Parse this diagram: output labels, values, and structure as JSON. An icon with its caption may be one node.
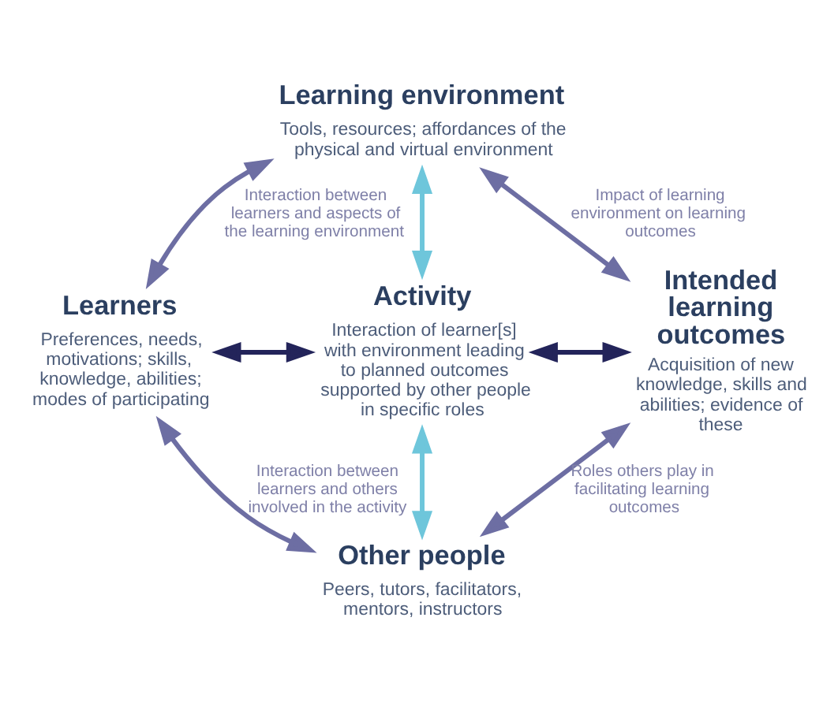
{
  "diagram": {
    "nodes": [
      {
        "text": [
          "Learning environment",
          "Tools, resources; affordances of the physical and virtual environment"
        ]
      },
      {
        "text": [
          "Learners",
          "Preferences, needs, motivations; skills, knowledge, abilities; modes of participating"
        ]
      },
      {
        "text": [
          "Activity",
          "Interaction of learner[s] with environment leading to planned outcomes supported by other people in specific roles"
        ]
      },
      {
        "text": [
          "Intended learning outcomes",
          "Acquisition of new knowledge, skills and abilities; evidence of these"
        ]
      },
      {
        "text": [
          "Other people",
          "Peers, tutors, facilitators, mentors, instructors"
        ]
      }
    ],
    "edges": [
      {
        "from": 0,
        "to": 1,
        "arrow": "both",
        "label": "Interaction between learners and aspects of the learning environment"
      },
      {
        "from": 0,
        "to": 3,
        "arrow": "both",
        "label": "Impact of learning environment on learning outcomes"
      },
      {
        "from": 1,
        "to": 2,
        "arrow": "both",
        "color": "#23245a"
      },
      {
        "from": 2,
        "to": 3,
        "arrow": "both",
        "color": "#23245a"
      },
      {
        "from": 0,
        "to": 2,
        "arrow": "both",
        "color": "#6ec6db"
      },
      {
        "from": 2,
        "to": 4,
        "arrow": "both",
        "color": "#6ec6db"
      },
      {
        "from": 1,
        "to": 4,
        "arrow": "both",
        "label": "Interaction between learners and others involved in the activity"
      },
      {
        "from": 3,
        "to": 4,
        "arrow": "both",
        "label": "Roles others play in facilitating learning outcomes"
      }
    ]
  }
}
